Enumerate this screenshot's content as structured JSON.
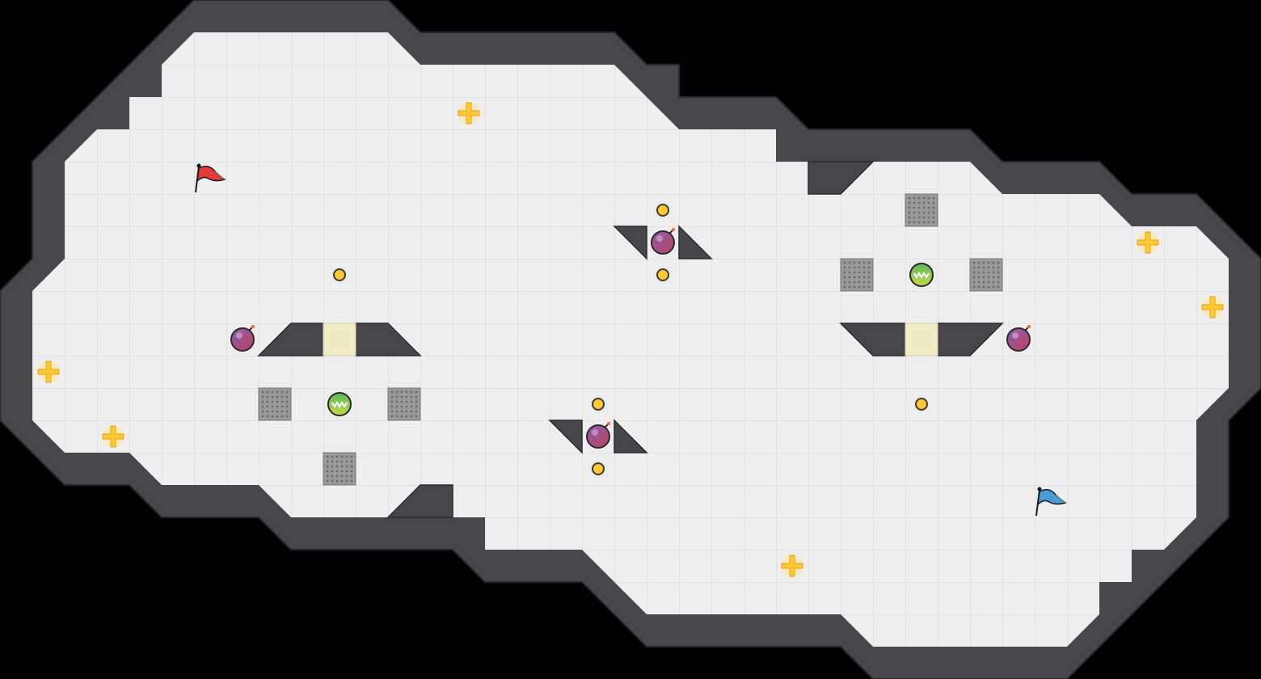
{
  "map": {
    "name": "capture-the-flag-arena",
    "tile_unit": 40,
    "colors": {
      "background": "#000000",
      "floor": "#eeeeee",
      "floor_grid": "#dedede",
      "wall": "#46464b",
      "wall_edge": "#2a2a2e",
      "gate": "#f0ebc4",
      "speed_pad": "#9a9a9a",
      "boost": "#ffc933",
      "bomb": "#b24a78",
      "power_up": "#7ac84a",
      "team_red": "#e53a3a",
      "team_blue": "#4a9ed8"
    }
  },
  "entities": {
    "flags": [
      {
        "team": "red",
        "icon": "red-flag-icon",
        "tile": [
          6,
          5
        ]
      },
      {
        "team": "blue",
        "icon": "blue-flag-icon",
        "tile": [
          32,
          15
        ]
      }
    ],
    "boosts": [
      {
        "icon": "boost-icon",
        "tile": [
          14,
          3
        ]
      },
      {
        "icon": "boost-icon",
        "tile": [
          1,
          11
        ]
      },
      {
        "icon": "boost-icon",
        "tile": [
          3,
          13
        ]
      },
      {
        "icon": "boost-icon",
        "tile": [
          35,
          7
        ]
      },
      {
        "icon": "boost-icon",
        "tile": [
          37,
          9
        ]
      },
      {
        "icon": "boost-icon",
        "tile": [
          24,
          17
        ]
      }
    ],
    "bombs": [
      {
        "icon": "bomb-icon",
        "tile": [
          7,
          10
        ]
      },
      {
        "icon": "bomb-icon",
        "tile": [
          20,
          7
        ]
      },
      {
        "icon": "bomb-icon",
        "tile": [
          18,
          13
        ]
      },
      {
        "icon": "bomb-icon",
        "tile": [
          31,
          10
        ]
      }
    ],
    "power_ups": [
      {
        "icon": "power-up-icon",
        "tile": [
          10,
          12
        ]
      },
      {
        "icon": "power-up-icon",
        "tile": [
          28,
          8
        ]
      }
    ],
    "buttons": [
      {
        "icon": "button-icon",
        "tile": [
          10,
          8
        ]
      },
      {
        "icon": "button-icon",
        "tile": [
          20,
          6
        ]
      },
      {
        "icon": "button-icon",
        "tile": [
          20,
          8
        ]
      },
      {
        "icon": "button-icon",
        "tile": [
          18,
          12
        ]
      },
      {
        "icon": "button-icon",
        "tile": [
          18,
          14
        ]
      },
      {
        "icon": "button-icon",
        "tile": [
          28,
          12
        ]
      }
    ],
    "speed_pads": [
      {
        "icon": "speed-pad-icon",
        "tile": [
          8,
          12
        ]
      },
      {
        "icon": "speed-pad-icon",
        "tile": [
          12,
          12
        ]
      },
      {
        "icon": "speed-pad-icon",
        "tile": [
          10,
          14
        ]
      },
      {
        "icon": "speed-pad-icon",
        "tile": [
          28,
          6
        ]
      },
      {
        "icon": "speed-pad-icon",
        "tile": [
          26,
          8
        ]
      },
      {
        "icon": "speed-pad-icon",
        "tile": [
          30,
          8
        ]
      }
    ],
    "gates": [
      {
        "icon": "gate-icon",
        "tile": [
          10,
          10
        ]
      },
      {
        "icon": "gate-icon",
        "tile": [
          28,
          10
        ]
      }
    ]
  }
}
